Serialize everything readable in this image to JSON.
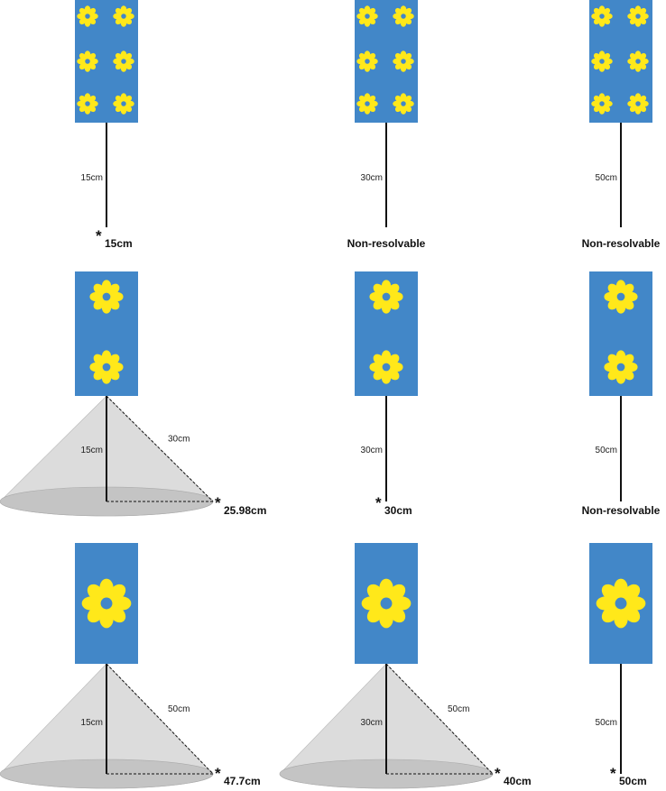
{
  "colors": {
    "card": "#4287c8",
    "flower": "#ffe81a",
    "cone": "#dcdcdc",
    "cone_base": "#c4c4c4",
    "line": "#111111"
  },
  "rows": [
    {
      "flowers_per_card": 6,
      "panels": [
        {
          "distance": "15cm",
          "cone": false,
          "hyp": "",
          "star": true,
          "result": "15cm"
        },
        {
          "distance": "30cm",
          "cone": false,
          "hyp": "",
          "star": false,
          "result": "Non-resolvable"
        },
        {
          "distance": "50cm",
          "cone": false,
          "hyp": "",
          "star": false,
          "result": "Non-resolvable"
        }
      ]
    },
    {
      "flowers_per_card": 2,
      "panels": [
        {
          "distance": "15cm",
          "cone": true,
          "hyp": "30cm",
          "star": true,
          "result": "25.98cm"
        },
        {
          "distance": "30cm",
          "cone": false,
          "hyp": "",
          "star": true,
          "result": "30cm"
        },
        {
          "distance": "50cm",
          "cone": false,
          "hyp": "",
          "star": false,
          "result": "Non-resolvable"
        }
      ]
    },
    {
      "flowers_per_card": 1,
      "panels": [
        {
          "distance": "15cm",
          "cone": true,
          "hyp": "50cm",
          "star": true,
          "result": "47.7cm"
        },
        {
          "distance": "30cm",
          "cone": true,
          "hyp": "50cm",
          "star": true,
          "result": "40cm"
        },
        {
          "distance": "50cm",
          "cone": false,
          "hyp": "",
          "star": true,
          "result": "50cm"
        }
      ]
    }
  ]
}
